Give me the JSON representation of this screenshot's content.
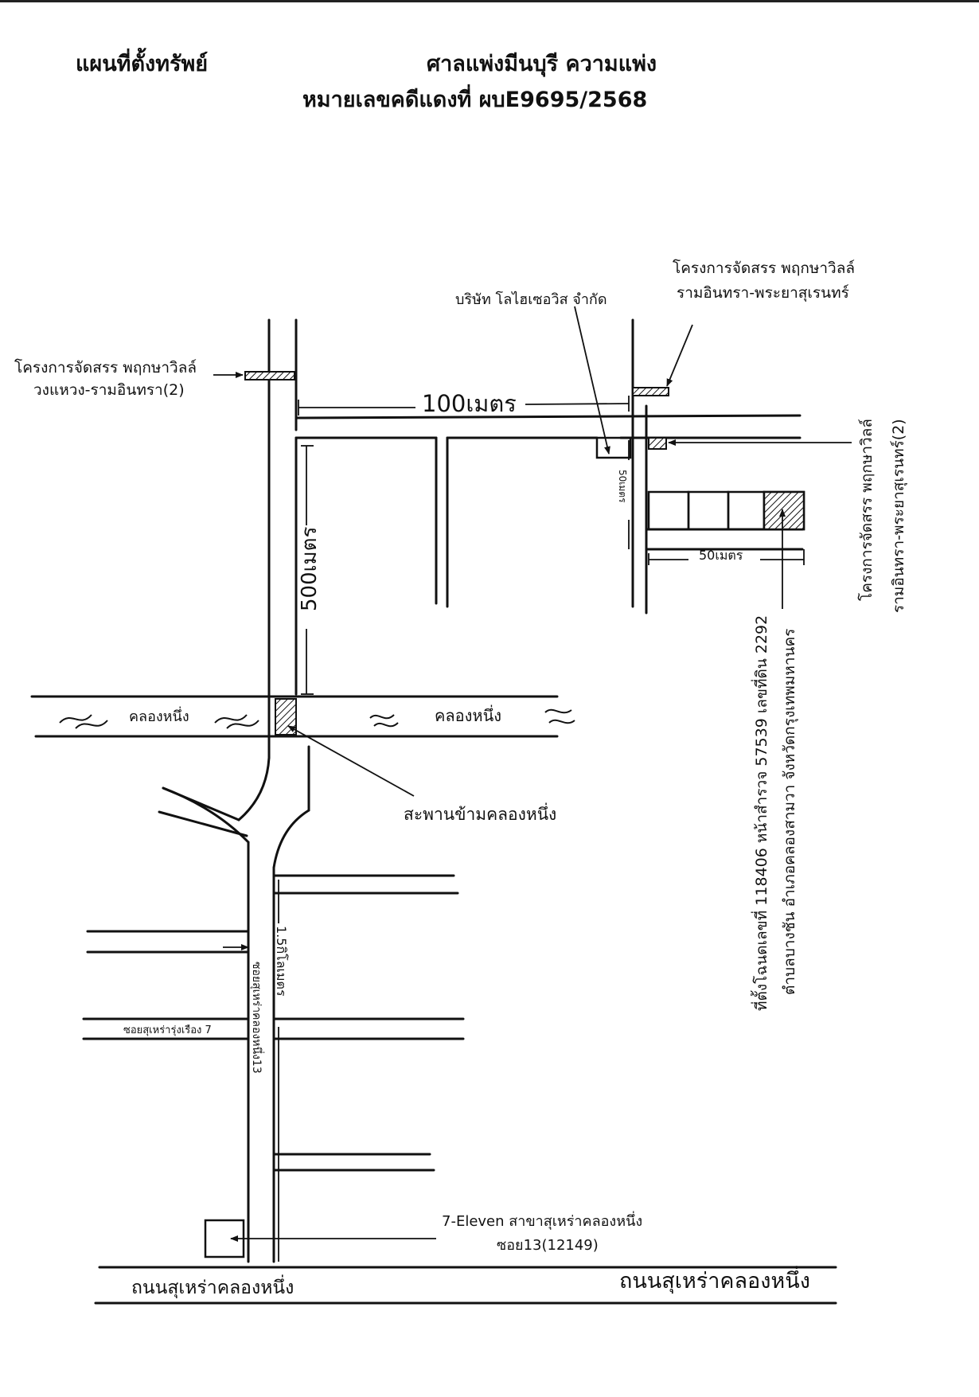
{
  "header": {
    "title": "แผนที่ตั้งทรัพย์",
    "court": "ศาลแพ่งมีนบุรี ความแพ่ง",
    "case_number": "หมายเลขคดีแดงที่ ผบE9695/2568"
  },
  "labels": {
    "project_left_line1": "โครงการจัดสรร พฤกษาวิลล์",
    "project_left_line2": "วงแหวง-รามอินทรา(2)",
    "project_top_line1": "โครงการจัดสรร พฤกษาวิลล์",
    "project_top_line2": "รามอินทรา-พระยาสุเรนทร์",
    "company": "บริษัท โลไฮเซอวิส จำกัด",
    "project_right_line1": "โครงการจัดสรร พฤกษาวิลล์",
    "project_right_line2": "รามอินทรา-พระยาสุเรนทร์(2)",
    "dist_100m": "100เมตร",
    "dist_500m": "500เมตร",
    "dist_50m_vertical": "50เมตร",
    "dist_50m_horizontal": "50เมตร",
    "canal_left": "คลองหนึ่ง",
    "canal_right": "คลองหนึ่ง",
    "bridge": "สะพานข้ามคลองหนึ่ง",
    "dist_1_5km": "1.5กิโลเมตร",
    "soi_13": "ซอยสุเหร่าคลองหนึ่ง13",
    "soi_7": "ซอยสุเหร่ารุ่งเรือง 7",
    "property_line1": "ที่ตั้งโฉนดเลขที่ 118406 หน้าสำรวจ 57539 เลขที่ดิน 2292",
    "property_line2": "ตำบลบางชัน อำเภอคลองสามวา จังหวัดกรุงเทพมหานคร",
    "seven_eleven_line1": "7-Eleven สาขาสุเหร่าคลองหนึ่ง",
    "seven_eleven_line2": "ซอย13(12149)",
    "main_road_left": "ถนนสุเหร่าคลองหนึ่ง",
    "main_road_right": "ถนนสุเหร่าคลองหนึ่ง"
  }
}
